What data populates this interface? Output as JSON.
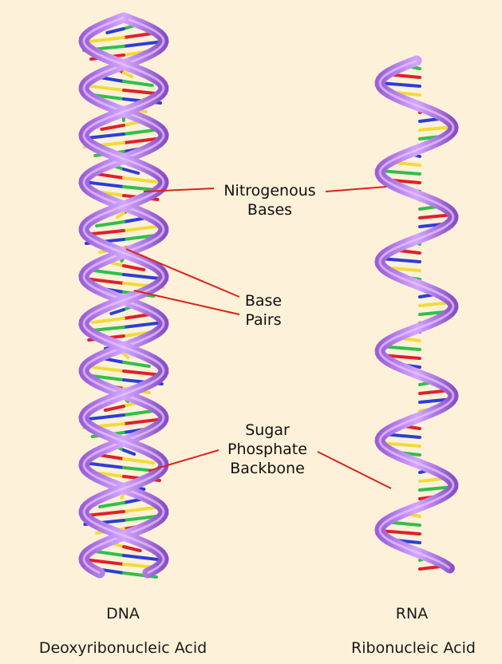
{
  "labels": {
    "nitrogenous": "Nitrogenous Bases",
    "nitrogenous_line1": "Nitrogenous",
    "nitrogenous_line2": "Bases",
    "base_pairs_line1": "Base",
    "base_pairs_line2": "Pairs",
    "backbone_line1": "Sugar",
    "backbone_line2": "Phosphate",
    "backbone_line3": "Backbone"
  },
  "captions": {
    "dna_short": "DNA",
    "dna_full": "Deoxyribonucleic Acid",
    "rna_short": "RNA",
    "rna_full": "Ribonucleic Acid"
  },
  "colors": {
    "background": "#fdf1d9",
    "backbone": "#b77ae8",
    "backbone_dark": "#8a4fc4",
    "leader_line": "#e0201a",
    "base_colors": [
      "#2fc04a",
      "#e0202a",
      "#2a3fd6",
      "#f0dc3a"
    ]
  }
}
